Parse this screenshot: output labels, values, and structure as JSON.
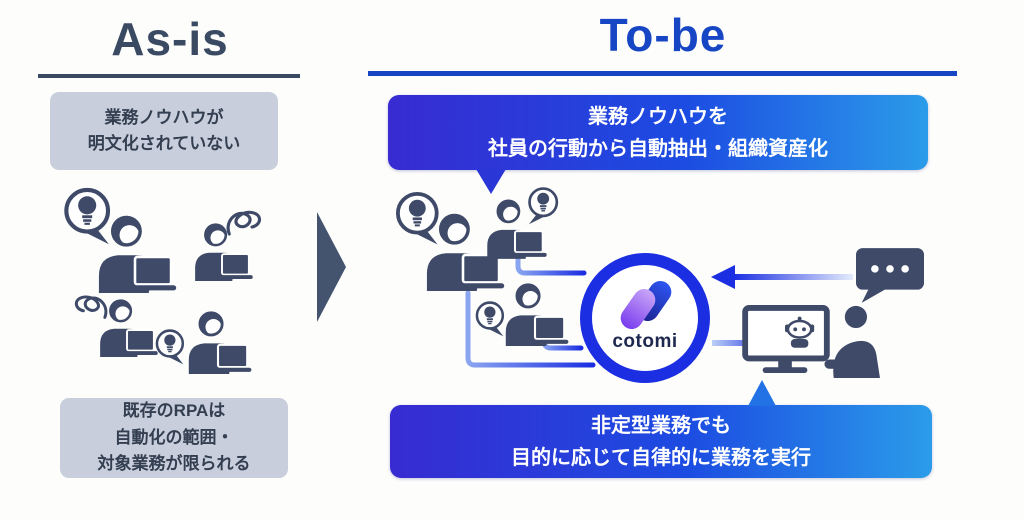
{
  "as_is": {
    "title": "As-is",
    "top_box": {
      "line1": "業務ノウハウが",
      "line2": "明文化されていない"
    },
    "bottom_box": {
      "line1": "既存のRPAは",
      "line2": "自動化の範囲・",
      "line3": "対象業務が限られる"
    }
  },
  "to_be": {
    "title": "To-be",
    "top_box": {
      "line1": "業務ノウハウを",
      "line2": "社員の行動から自動抽出・組織資産化"
    },
    "bottom_box": {
      "line1": "非定型業務でも",
      "line2": "目的に応じて自律的に業務を実行"
    },
    "logo_label": "cotomi"
  },
  "colors": {
    "slate_icon": "#3e4a68",
    "as_is_title": "#3b4a63",
    "to_be_title": "#1746c4",
    "gray_box_bg": "#c8cedb",
    "gray_box_text": "#333f50",
    "blue_box_gradient": [
      "#372bd1",
      "#1c4ce2",
      "#2b9ce9"
    ],
    "ring_blue": "#1b2ee2",
    "logo_purple_gradient": [
      "#c9a6f7",
      "#7a3cee"
    ],
    "logo_blue_gradient": [
      "#2f55f2",
      "#1a2390"
    ],
    "connector_blue": "#1b2ee2"
  },
  "icons": {
    "idea-bubble-icon": "lightbulb-in-speech-circle",
    "confusion-scribble-icon": "tangled-scribble",
    "person-laptop-icon": "person-working-at-laptop",
    "flow-arrow-icon": "solid-right-triangle",
    "chat-dots-icon": "speech-bubble-with-ellipsis",
    "monitor-bot-icon": "monitor-with-chatbot",
    "person-desk-icon": "person-seated-at-monitor",
    "arrow-to-cotomi-icon": "left-gradient-arrow",
    "arrow-to-monitor-icon": "right-gradient-arrow"
  }
}
